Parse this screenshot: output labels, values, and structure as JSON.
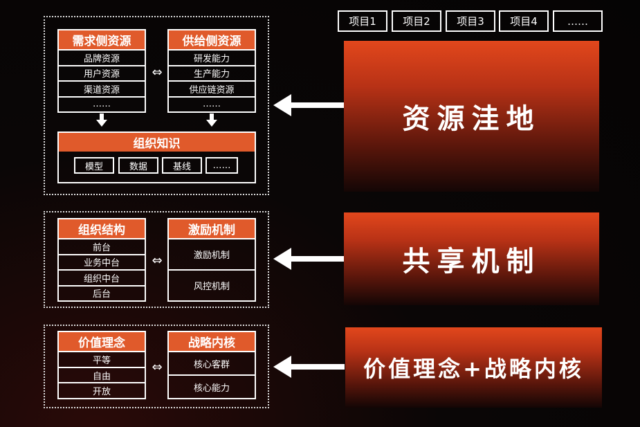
{
  "projects": [
    "项目1",
    "项目2",
    "项目3",
    "项目4",
    "……"
  ],
  "section1": {
    "demand": {
      "title": "需求侧资源",
      "items": [
        "品牌资源",
        "用户资源",
        "渠道资源",
        "……"
      ]
    },
    "supply": {
      "title": "供给侧资源",
      "items": [
        "研发能力",
        "生产能力",
        "供应链资源",
        "……"
      ]
    },
    "knowledge": {
      "title": "组织知识",
      "tags": [
        "模型",
        "数据",
        "基线",
        "……"
      ]
    },
    "label": "资源洼地"
  },
  "section2": {
    "structure": {
      "title": "组织结构",
      "items": [
        "前台",
        "业务中台",
        "组织中台",
        "后台"
      ]
    },
    "incentive": {
      "title": "激励机制",
      "items": [
        "激励机制",
        "风控机制"
      ]
    },
    "label": "共享机制"
  },
  "section3": {
    "values": {
      "title": "价值理念",
      "items": [
        "平等",
        "自由",
        "开放"
      ]
    },
    "strategy": {
      "title": "战略内核",
      "items": [
        "核心客群",
        "核心能力"
      ]
    },
    "label": "价值理念+战略内核"
  },
  "colors": {
    "accent": "#e05a2b",
    "gradient_top": "#e2471c",
    "background": "#050404"
  }
}
